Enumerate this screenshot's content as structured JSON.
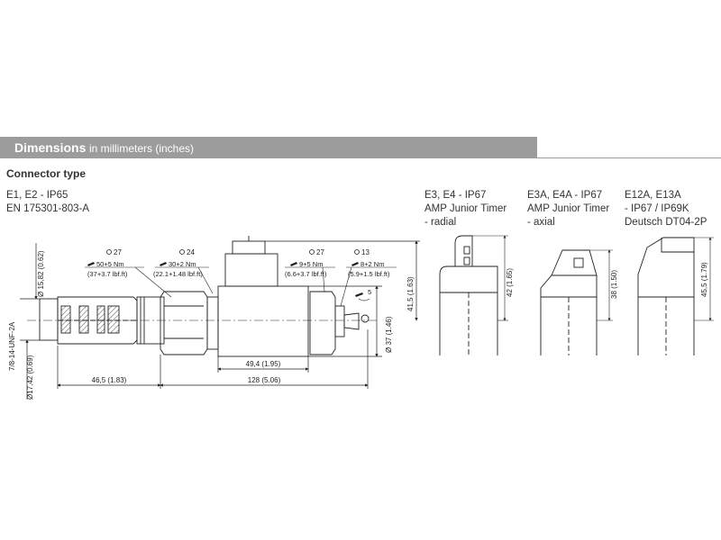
{
  "header": {
    "title": "Dimensions",
    "subtitle": "in millimeters (inches)"
  },
  "section_title": "Connector type",
  "connectors": [
    {
      "lines": [
        "E1, E2 - IP65",
        "EN 175301-803-A"
      ]
    },
    {
      "lines": [
        "E3, E4 - IP67",
        "AMP Junior Timer",
        "- radial"
      ]
    },
    {
      "lines": [
        "E3A, E4A - IP67",
        "AMP Junior Timer",
        "- axial"
      ]
    },
    {
      "lines": [
        "E12A, E13A",
        " - IP67 / IP69K",
        "Deutsch DT04-2P"
      ]
    }
  ],
  "dimensions": {
    "thread": "7/8-14-UNF-2A",
    "dia_15_82": "Ø 15,82 (0.62)",
    "dia_17_42": "Ø17,42 (0.69)",
    "len_46_5": "46,5 (1.83)",
    "len_128": "128 (5.06)",
    "len_49_4": "49,4 (1.95)",
    "dia_37": "Ø 37 (1.46)",
    "height_41_5": "41,5 (1.63)",
    "height_42": "42 (1.65)",
    "height_38": "38 (1.50)",
    "height_45_5": "45,5 (1.79)"
  },
  "wrenches": [
    {
      "size": "27",
      "torque": "50+5 Nm",
      "imperial": "(37+3.7 lbf.ft)"
    },
    {
      "size": "24",
      "torque": "30+2 Nm",
      "imperial": "(22.1+1.48 lbf.ft)"
    },
    {
      "size": "27",
      "torque": "9+5 Nm",
      "imperial": "(6.6+3.7 lbf.ft)"
    },
    {
      "size": "13",
      "torque": "8+2 Nm",
      "imperial": "(5.9+1.5 lbf.ft)"
    }
  ],
  "manual_override": "5",
  "colors": {
    "header_bg": "#9c9c9c",
    "header_text": "#ffffff",
    "line": "#222222",
    "hatch": "#555555"
  }
}
